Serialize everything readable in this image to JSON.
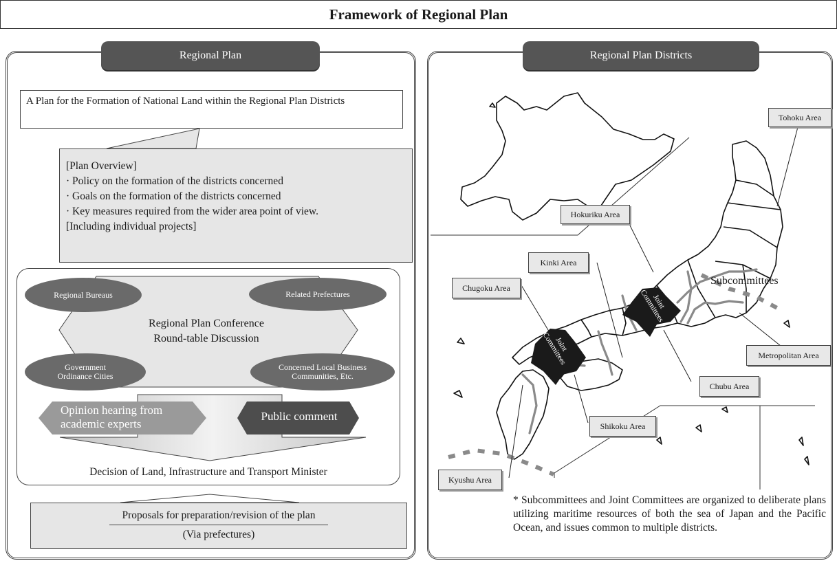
{
  "title": "Framework of Regional Plan",
  "left": {
    "tab": "Regional Plan",
    "definition": "A Plan for the Formation of National Land within the Regional Plan Districts",
    "overview": [
      "[Plan Overview]",
      "· Policy on the formation of the districts concerned",
      "· Goals on the formation of the districts concerned",
      "· Key measures required from the wider area point of view.",
      "[Including individual projects]"
    ],
    "conference": {
      "center": [
        "Regional Plan Conference",
        "Round-table Discussion"
      ],
      "ovals": {
        "regional_bureaus": "Regional Bureaus",
        "related_prefectures": "Related Prefectures",
        "ordinance_cities": [
          "Government",
          "Ordinance Cities"
        ],
        "business_communities": [
          "Concerned Local Business",
          "Communities, Etc."
        ]
      }
    },
    "opinion_hearing": [
      "Opinion hearing from",
      "academic experts"
    ],
    "public_comment": "Public comment",
    "decision": "Decision of Land, Infrastructure and Transport Minister",
    "proposals": "Proposals for preparation/revision of the plan",
    "via": "(Via prefectures)"
  },
  "right": {
    "tab": "Regional Plan Districts",
    "areas": {
      "tohoku": "Tohoku Area",
      "hokuriku": "Hokuriku Area",
      "kinki": "Kinki Area",
      "chugoku": "Chugoku Area",
      "metropolitan": "Metropolitan Area",
      "chubu": "Chubu Area",
      "shikoku": "Shikoku Area",
      "kyushu": "Kyushu Area"
    },
    "subcommittees": "Subcommittees",
    "joint_committees_1": [
      "Joint",
      "Committees"
    ],
    "joint_committees_2": [
      "Joint",
      "Committees"
    ],
    "note": "* Subcommittees and Joint Committees are organized to deliberate plans utilizing maritime resources of both the sea of Japan and the Pacific Ocean, and issues common to multiple districts."
  }
}
